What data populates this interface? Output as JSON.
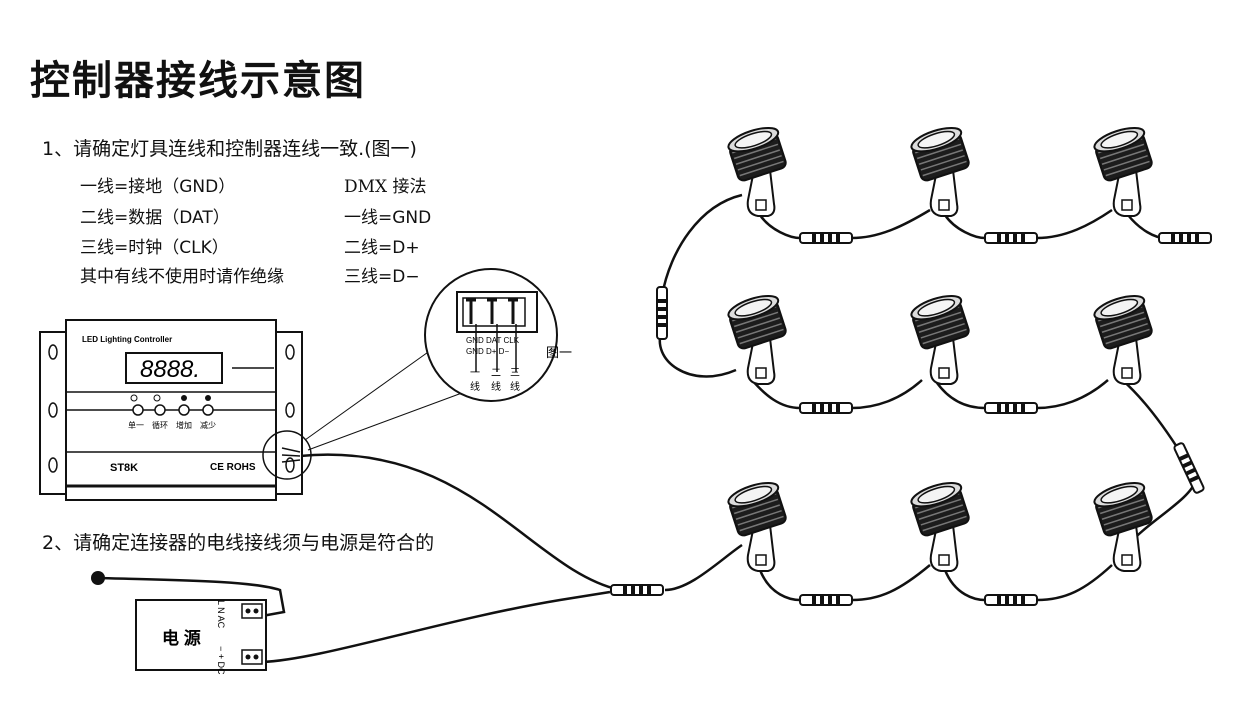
{
  "title": "控制器接线示意图",
  "step1": "1、请确定灯具连线和控制器连线一致.(图一)",
  "wiring_left": [
    "一线=接地（GND）",
    "二线=数据（DAT）",
    "三线=时钟（CLK）",
    "其中有线不使用时请作绝缘"
  ],
  "wiring_right": [
    "DMX 接法",
    "一线=GND",
    "二线=D+",
    "三线=D−"
  ],
  "step2": "2、请确定连接器的电线接线须与电源是符合的",
  "controller": {
    "header": "LED Lighting Controller",
    "display": "8888.",
    "buttons": [
      "单一",
      "循环",
      "增加",
      "减少"
    ],
    "model": "ST8K",
    "certification": "CE ROHS"
  },
  "figure1": {
    "caption": "图一",
    "pins_top": "GND DAT CLK",
    "pins_bottom": "GND D+ D−",
    "wires": [
      [
        "一",
        "线"
      ],
      [
        "二",
        "线"
      ],
      [
        "三",
        "线"
      ]
    ]
  },
  "power_supply": {
    "label": "电 源",
    "ac_label": "L N AC",
    "dc_label": "− + DC"
  },
  "colors": {
    "ink": "#111111",
    "panel": "#e8e8e8",
    "background": "#ffffff"
  }
}
